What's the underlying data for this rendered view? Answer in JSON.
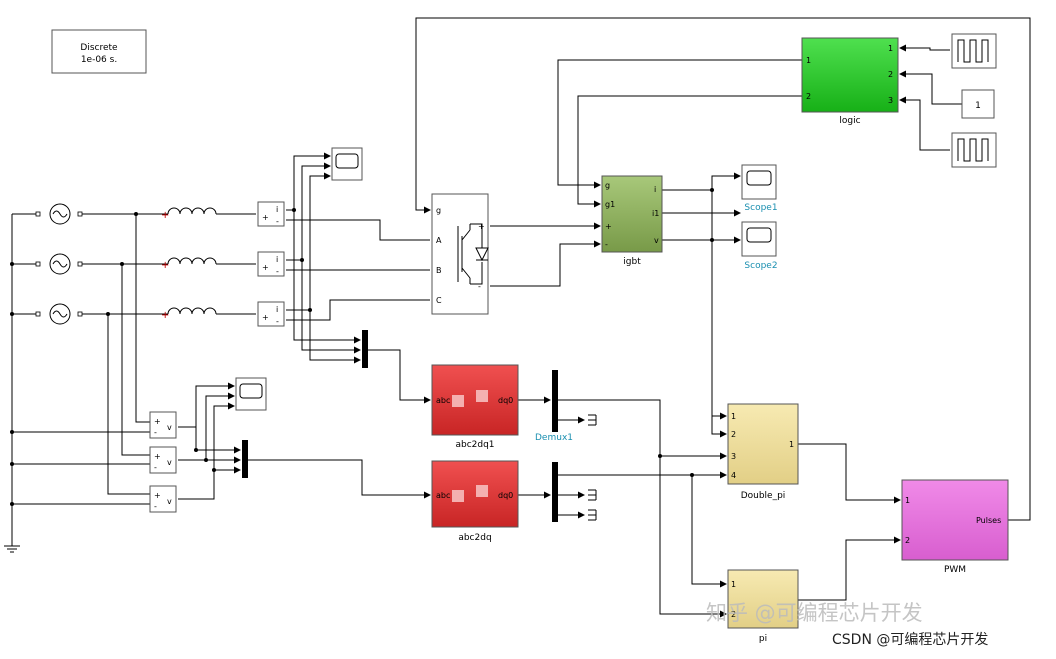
{
  "powergui": {
    "line1": "Discrete",
    "line2": "1e-06 s."
  },
  "blocks": {
    "logic": "logic",
    "igbt": "igbt",
    "scope1": "Scope1",
    "scope2": "Scope2",
    "abc2dq1": "abc2dq1",
    "abc2dq": "abc2dq",
    "demux1": "Demux1",
    "double_pi": "Double_pi",
    "pi": "pi",
    "pwm": "PWM",
    "constant_value": "1"
  },
  "ports": {
    "logic_in": [
      "1",
      "2",
      "3"
    ],
    "logic_out": [
      "1",
      "2"
    ],
    "igbt_in": [
      "g",
      "g1",
      "+",
      "-"
    ],
    "igbt_out": [
      "i",
      "i1",
      "v"
    ],
    "bridge_in": [
      "g",
      "A",
      "B",
      "C"
    ],
    "bridge_out": [
      "+",
      "-"
    ],
    "abc_in": "abc",
    "dq_out": "dq0",
    "double_pi_in": [
      "1",
      "2",
      "3",
      "4"
    ],
    "double_pi_out": "1",
    "pi_in": [
      "1",
      "2"
    ],
    "pwm_in": [
      "1",
      "2"
    ],
    "pwm_out": "Pulses",
    "ameter": [
      "+",
      "-",
      "i"
    ],
    "vmeter": [
      "+",
      "-",
      "v"
    ]
  },
  "watermark": {
    "line1": "知乎 @可编程芯片开发",
    "line2": "CSDN @可编程芯片开发"
  },
  "colors": {
    "logic": "#22c422",
    "igbt": "#8fb05a",
    "abc": "#e03535",
    "yellow": "#ecdc98",
    "pwm": "#e070d8",
    "label_cyan": "#1a8fb0"
  }
}
